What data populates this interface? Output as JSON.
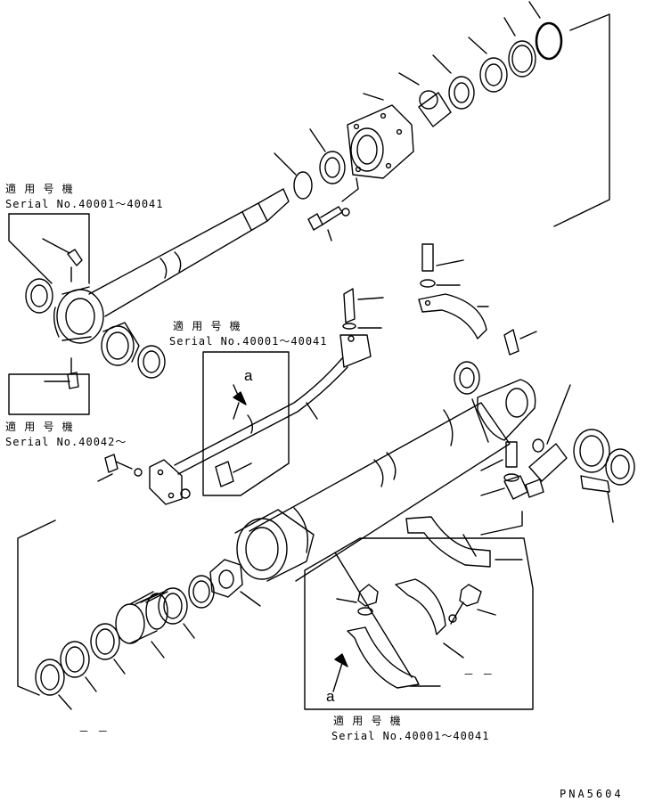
{
  "notes": {
    "top_left": {
      "heading": "適 用 号 機",
      "serial": "Serial No.40001～40041"
    },
    "mid_left": {
      "heading": "適 用 号 機",
      "serial": "Serial No.40042～"
    },
    "center": {
      "heading": "適 用 号 機",
      "serial": "Serial No.40001～40041"
    },
    "bottom": {
      "heading": "適 用 号 機",
      "serial": "Serial No.40001～40041"
    }
  },
  "callouts": {
    "detail_a_upper": "a",
    "detail_a_lower": "a"
  },
  "dashes": {
    "right": "－ －",
    "left": "－ －"
  },
  "drawing_code": "PNA5604"
}
